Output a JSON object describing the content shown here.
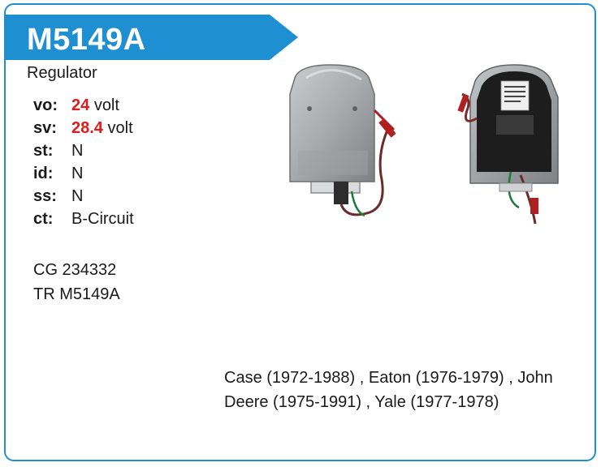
{
  "product": {
    "code": "M5149A",
    "type": "Regulator"
  },
  "specs": [
    {
      "key": "vo:",
      "value": "24",
      "unit": "volt",
      "highlight": true
    },
    {
      "key": "sv:",
      "value": "28.4",
      "unit": "volt",
      "highlight": true
    },
    {
      "key": "st:",
      "value": "N",
      "unit": "",
      "highlight": false
    },
    {
      "key": "id:",
      "value": "N",
      "unit": "",
      "highlight": false
    },
    {
      "key": "ss:",
      "value": "N",
      "unit": "",
      "highlight": false
    },
    {
      "key": "ct:",
      "value": "B-Circuit",
      "unit": "",
      "highlight": false
    }
  ],
  "references": [
    "CG 234332",
    "TR M5149A"
  ],
  "compatibility": "Case (1972-1988) , Eaton (1976-1979) , John Deere (1975-1991) , Yale (1977-1978)",
  "colors": {
    "accent": "#1e90d2",
    "highlight": "#e01b1b"
  }
}
